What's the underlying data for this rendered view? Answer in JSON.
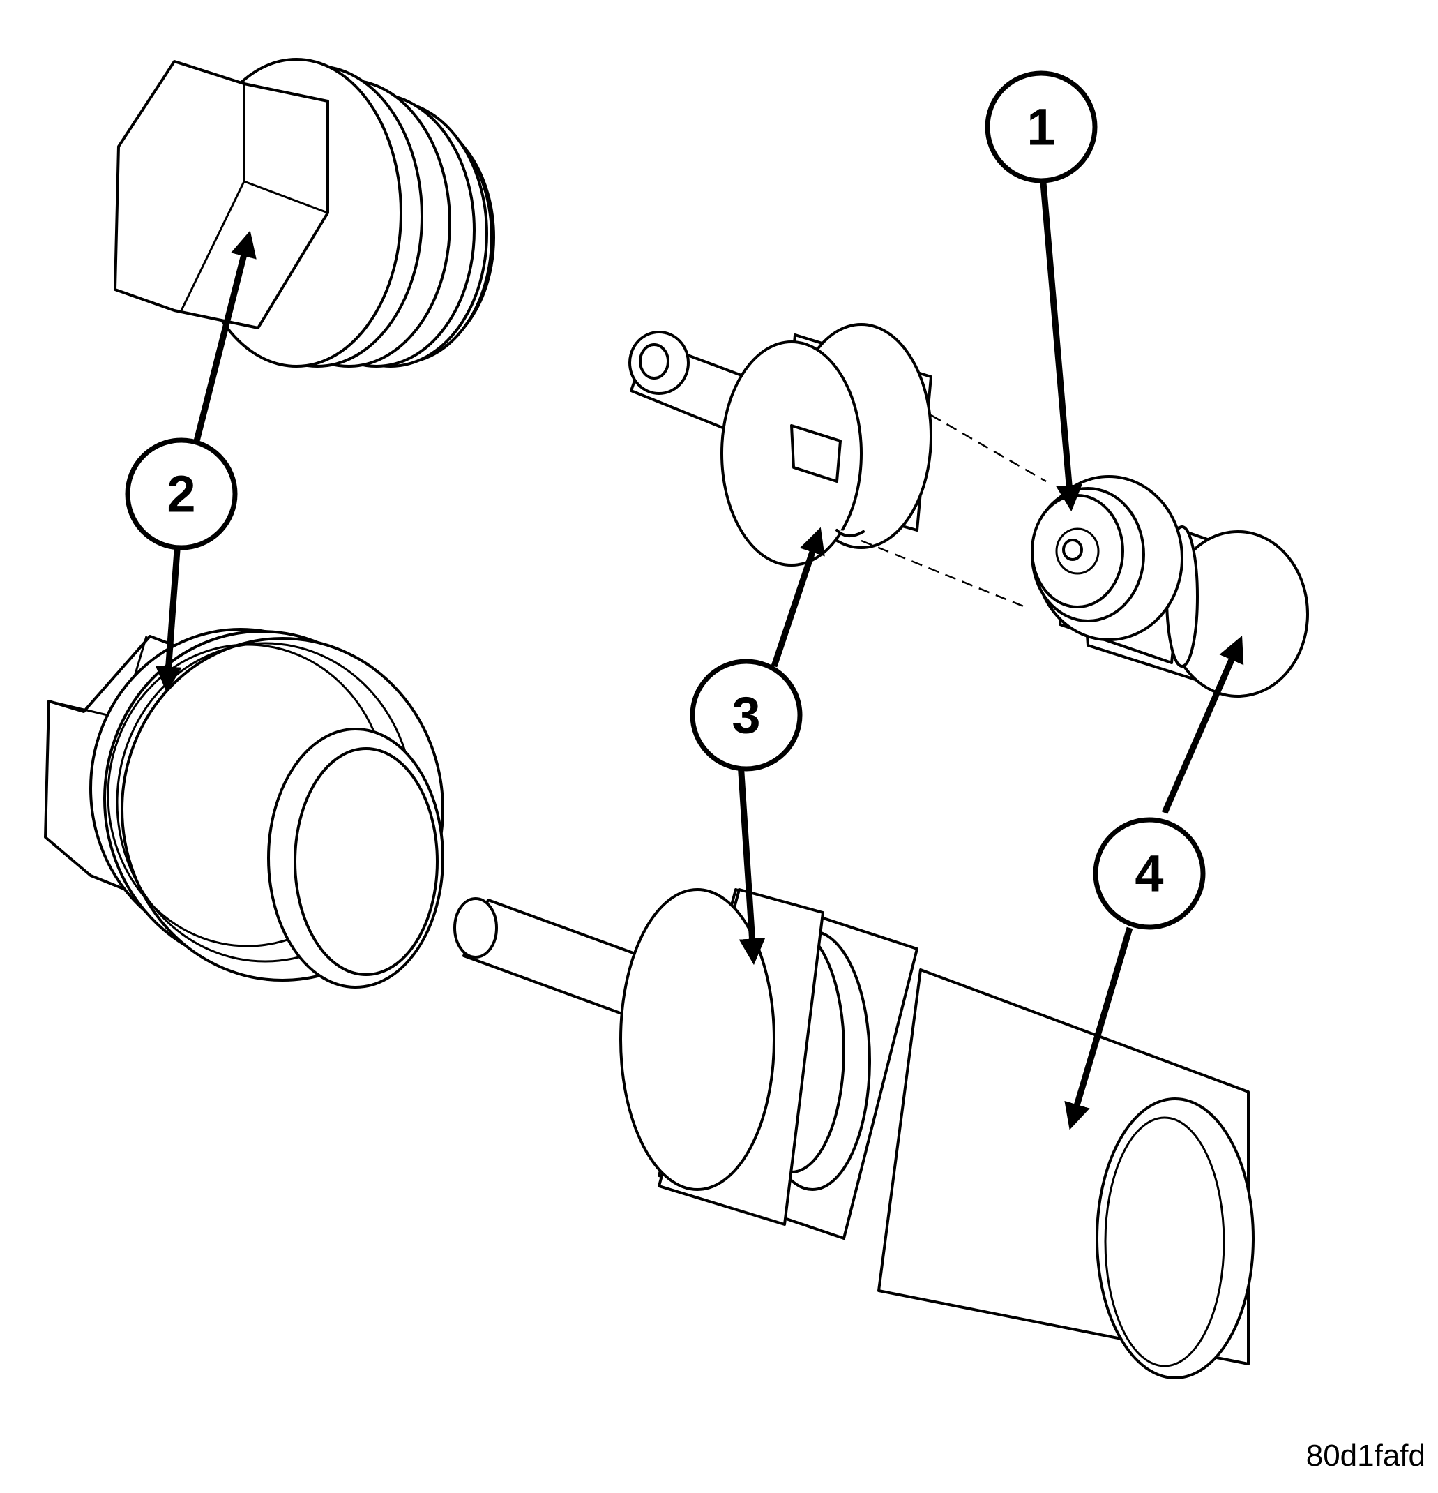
{
  "figure": {
    "code": "80d1fafd",
    "callouts": [
      {
        "id": "1",
        "label": "1"
      },
      {
        "id": "2",
        "label": "2"
      },
      {
        "id": "3",
        "label": "3"
      },
      {
        "id": "4",
        "label": "4"
      }
    ]
  },
  "colors": {
    "line": "#000000",
    "background": "#ffffff"
  }
}
